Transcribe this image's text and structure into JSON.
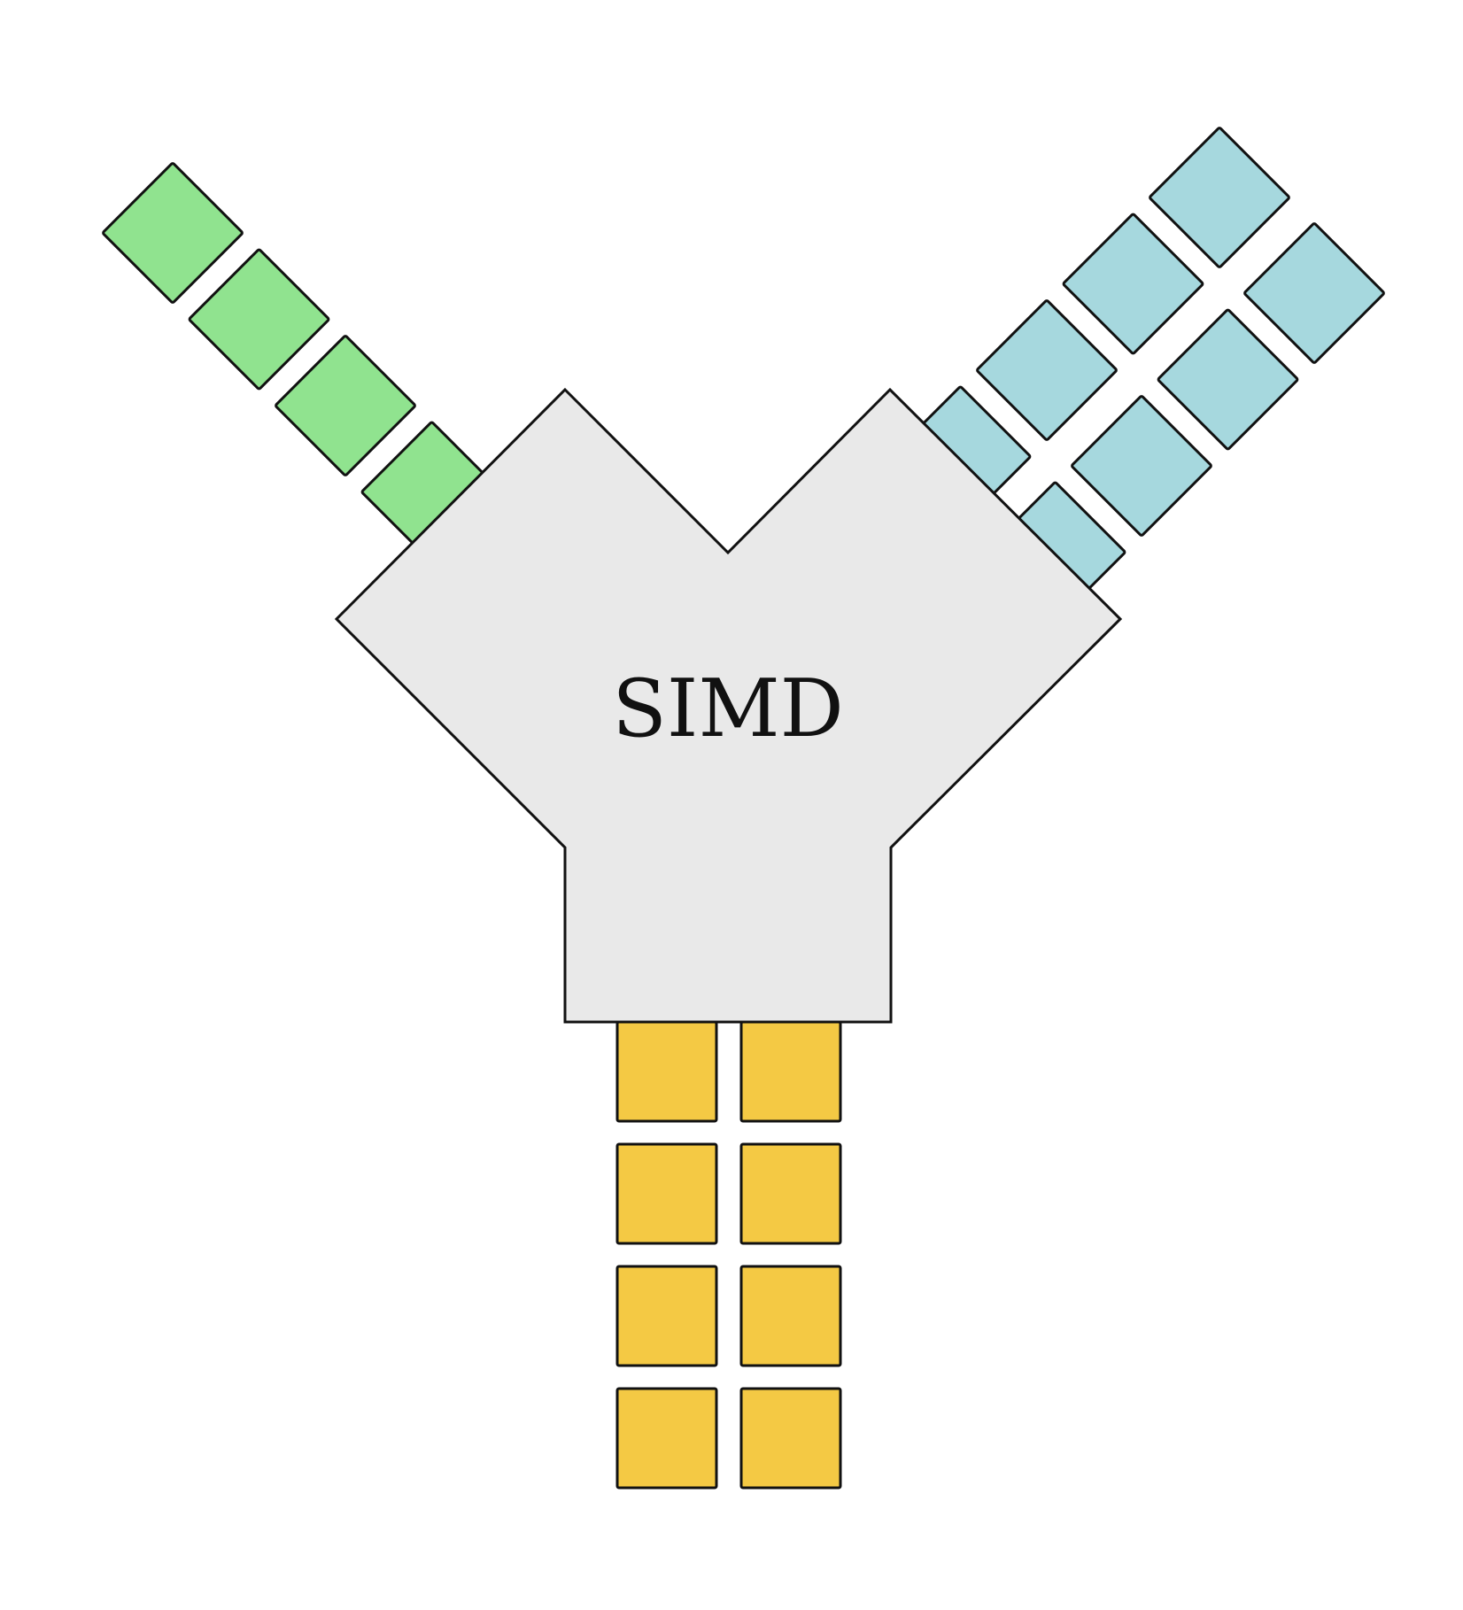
{
  "label": "SIMD",
  "colors": {
    "body_fill": "#e9e9e9",
    "stroke": "#111111",
    "input_a_fill": "#90e38f",
    "input_b_fill": "#a6d8de",
    "output_fill": "#f4c944"
  },
  "inputs": [
    {
      "name": "input-a",
      "lanes": 1,
      "cells_per_lane": 4
    },
    {
      "name": "input-b",
      "lanes": 2,
      "cells_per_lane": 4
    }
  ],
  "output": {
    "name": "output",
    "lanes": 2,
    "cells_per_lane": 4
  }
}
